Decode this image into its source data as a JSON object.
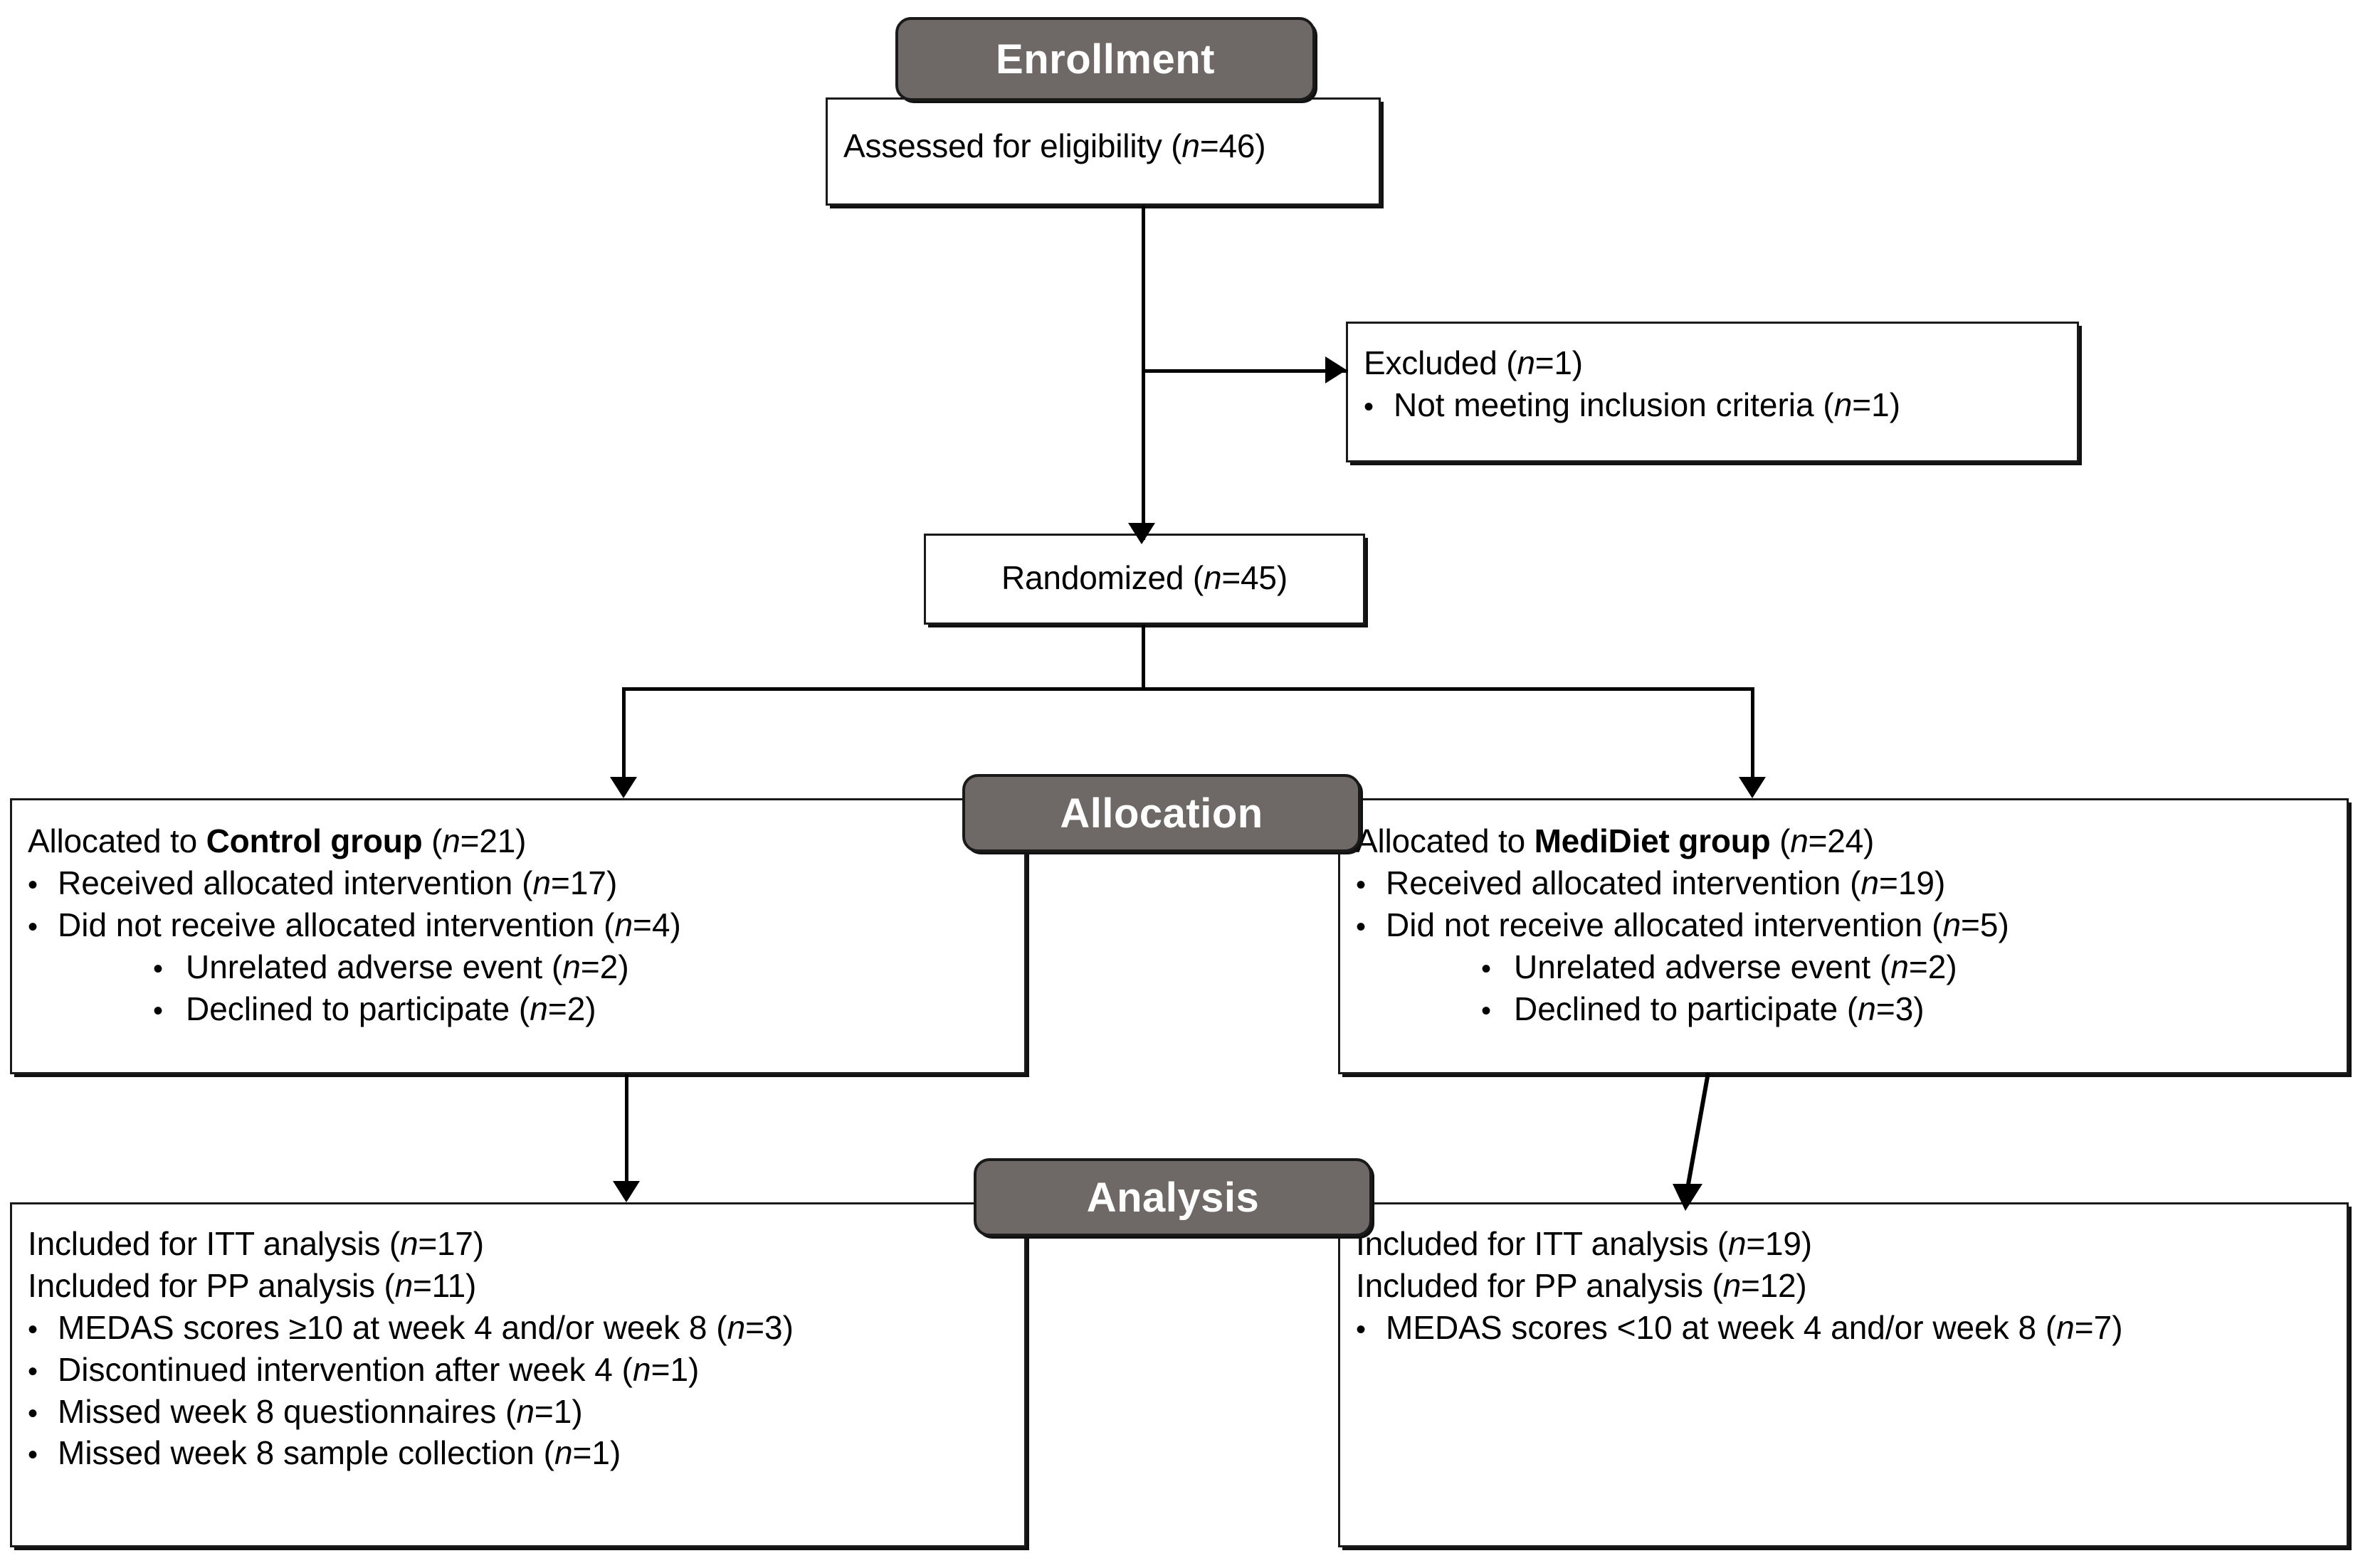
{
  "diagram": {
    "title": "CONSORT participant flow diagram",
    "accent_gray": "#6e6867",
    "line_color": "#000000",
    "background": "#ffffff"
  },
  "stages": {
    "enrollment": "Enrollment",
    "allocation": "Allocation",
    "analysis": "Analysis"
  },
  "enrollment": {
    "assessed": {
      "text_before": "Assessed for eligibility  (",
      "n_italic": "n",
      "text_after": "=46)"
    },
    "excluded": {
      "heading_before": "Excluded  (",
      "heading_n": "n",
      "heading_after": "=1)",
      "items": [
        {
          "before": "Not meeting inclusion criteria (",
          "n": "n",
          "after": "=1)"
        }
      ]
    },
    "randomized": {
      "text_before": "Randomized (",
      "n_italic": "n",
      "text_after": "=45)"
    }
  },
  "allocation": {
    "control": {
      "heading_prefix": "Allocated to ",
      "heading_group": "Control group",
      "heading_n_open": " (",
      "heading_n": "n",
      "heading_n_close": "=21)",
      "items": [
        {
          "level": 1,
          "before": "Received allocated intervention (",
          "n": "n",
          "after": "=17)"
        },
        {
          "level": 1,
          "before": "Did not receive allocated intervention (",
          "n": "n",
          "after": "=4)"
        },
        {
          "level": 2,
          "before": "Unrelated adverse event (",
          "n": "n",
          "after": "=2)"
        },
        {
          "level": 2,
          "before": "Declined to participate (",
          "n": "n",
          "after": "=2)"
        }
      ]
    },
    "medidiet": {
      "heading_prefix": "Allocated to ",
      "heading_group": "MediDiet group",
      "heading_n_open": " (",
      "heading_n": "n",
      "heading_n_close": "=24)",
      "items": [
        {
          "level": 1,
          "before": "Received allocated intervention (",
          "n": "n",
          "after": "=19)"
        },
        {
          "level": 1,
          "before": "Did not receive allocated intervention (",
          "n": "n",
          "after": "=5)"
        },
        {
          "level": 2,
          "before": "Unrelated adverse event (",
          "n": "n",
          "after": "=2)"
        },
        {
          "level": 2,
          "before": "Declined to participate (",
          "n": "n",
          "after": "=3)"
        }
      ]
    }
  },
  "analysis": {
    "control": {
      "lines": [
        {
          "before": "Included  for ITT analysis (",
          "n": "n",
          "after": "=17)"
        },
        {
          "before": "Included  for PP analysis (",
          "n": "n",
          "after": "=11)"
        }
      ],
      "items": [
        {
          "before": "MEDAS scores ≥10 at week 4 and/or week 8 (",
          "n": "n",
          "after": "=3)"
        },
        {
          "before": "Discontinued intervention after week 4 (",
          "n": "n",
          "after": "=1)"
        },
        {
          "before": "Missed week 8 questionnaires (",
          "n": "n",
          "after": "=1)"
        },
        {
          "before": "Missed week 8 sample collection (",
          "n": "n",
          "after": "=1)"
        }
      ]
    },
    "medidiet": {
      "lines": [
        {
          "before": "Included  for ITT analysis (",
          "n": "n",
          "after": "=19)"
        },
        {
          "before": "Included  for PP analysis (",
          "n": "n",
          "after": "=12)"
        }
      ],
      "items": [
        {
          "before": "MEDAS scores <10 at week 4 and/or week 8 (",
          "n": "n",
          "after": "=7)"
        }
      ]
    }
  },
  "flow_counts": {
    "assessed_for_eligibility": 46,
    "excluded": 1,
    "not_meeting_inclusion_criteria": 1,
    "randomized": 45,
    "control_allocated": 21,
    "control_received": 17,
    "control_not_received": 4,
    "control_unrelated_adverse_event": 2,
    "control_declined": 2,
    "medidiet_allocated": 24,
    "medidiet_received": 19,
    "medidiet_not_received": 5,
    "medidiet_unrelated_adverse_event": 2,
    "medidiet_declined": 3,
    "control_itt": 17,
    "control_pp": 11,
    "control_medas_ge10": 3,
    "control_discontinued_after_week4": 1,
    "control_missed_week8_questionnaires": 1,
    "control_missed_week8_sample": 1,
    "medidiet_itt": 19,
    "medidiet_pp": 12,
    "medidiet_medas_lt10": 7
  }
}
